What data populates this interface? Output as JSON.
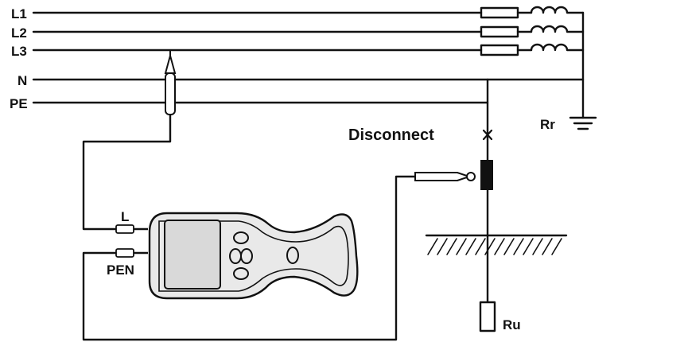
{
  "lines": {
    "l1": "L1",
    "l2": "L2",
    "l3": "L3",
    "n": "N",
    "pe": "PE"
  },
  "annotations": {
    "disconnect": "Disconnect",
    "rr": "Rr",
    "ru": "Ru"
  },
  "tester_ports": {
    "l": "L",
    "pen": "PEN"
  },
  "colors": {
    "stroke": "#111111",
    "background": "#ffffff",
    "device_fill": "#e9e9e9",
    "screen_fill": "#d9d9d9"
  }
}
